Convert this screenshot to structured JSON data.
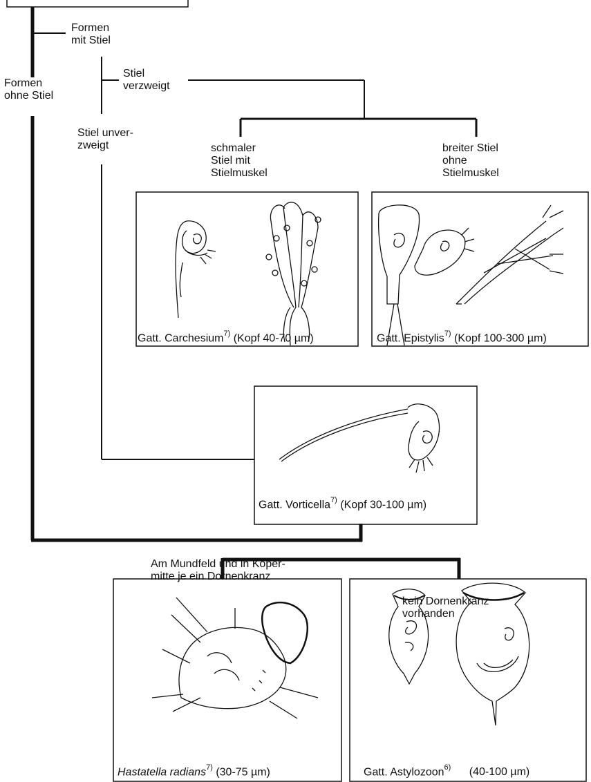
{
  "branches": {
    "with_stalk": "Formen\nmit Stiel",
    "without_stalk": "Formen\nohne Stiel",
    "stalk_branched": "Stiel\nverzweigt",
    "stalk_unbranched": "Stiel unver-\nzweigt",
    "narrow_stalk": "schmaler\nStiel mit\nStielmuskel",
    "broad_stalk": "breiter Stiel\nohne\nStielmuskel",
    "spine_rings": "Am Mundfeld und in Köper-\nmitte je ein Dornenkranz",
    "no_spine_ring": "kein Dornenkranz\nvorhanden"
  },
  "panels": {
    "carchesium": {
      "genus": "Gatt. Carchesium",
      "note": "7)",
      "size": "(Kopf 40-70 µm)"
    },
    "epistylis": {
      "genus": "Gatt. Epistylis",
      "note": "7)",
      "size": "(Kopf 100-300 µm)"
    },
    "vorticella": {
      "genus": "Gatt. Vorticella",
      "note": "7)",
      "size": "(Kopf 30-100 µm)"
    },
    "hastatella": {
      "genus": "Hastatella radians",
      "note": "7)",
      "size": "(30-75 µm)"
    },
    "astylozoon": {
      "genus": "Gatt. Astylozoon",
      "note": "6)",
      "size": "(40-100 µm)"
    }
  }
}
